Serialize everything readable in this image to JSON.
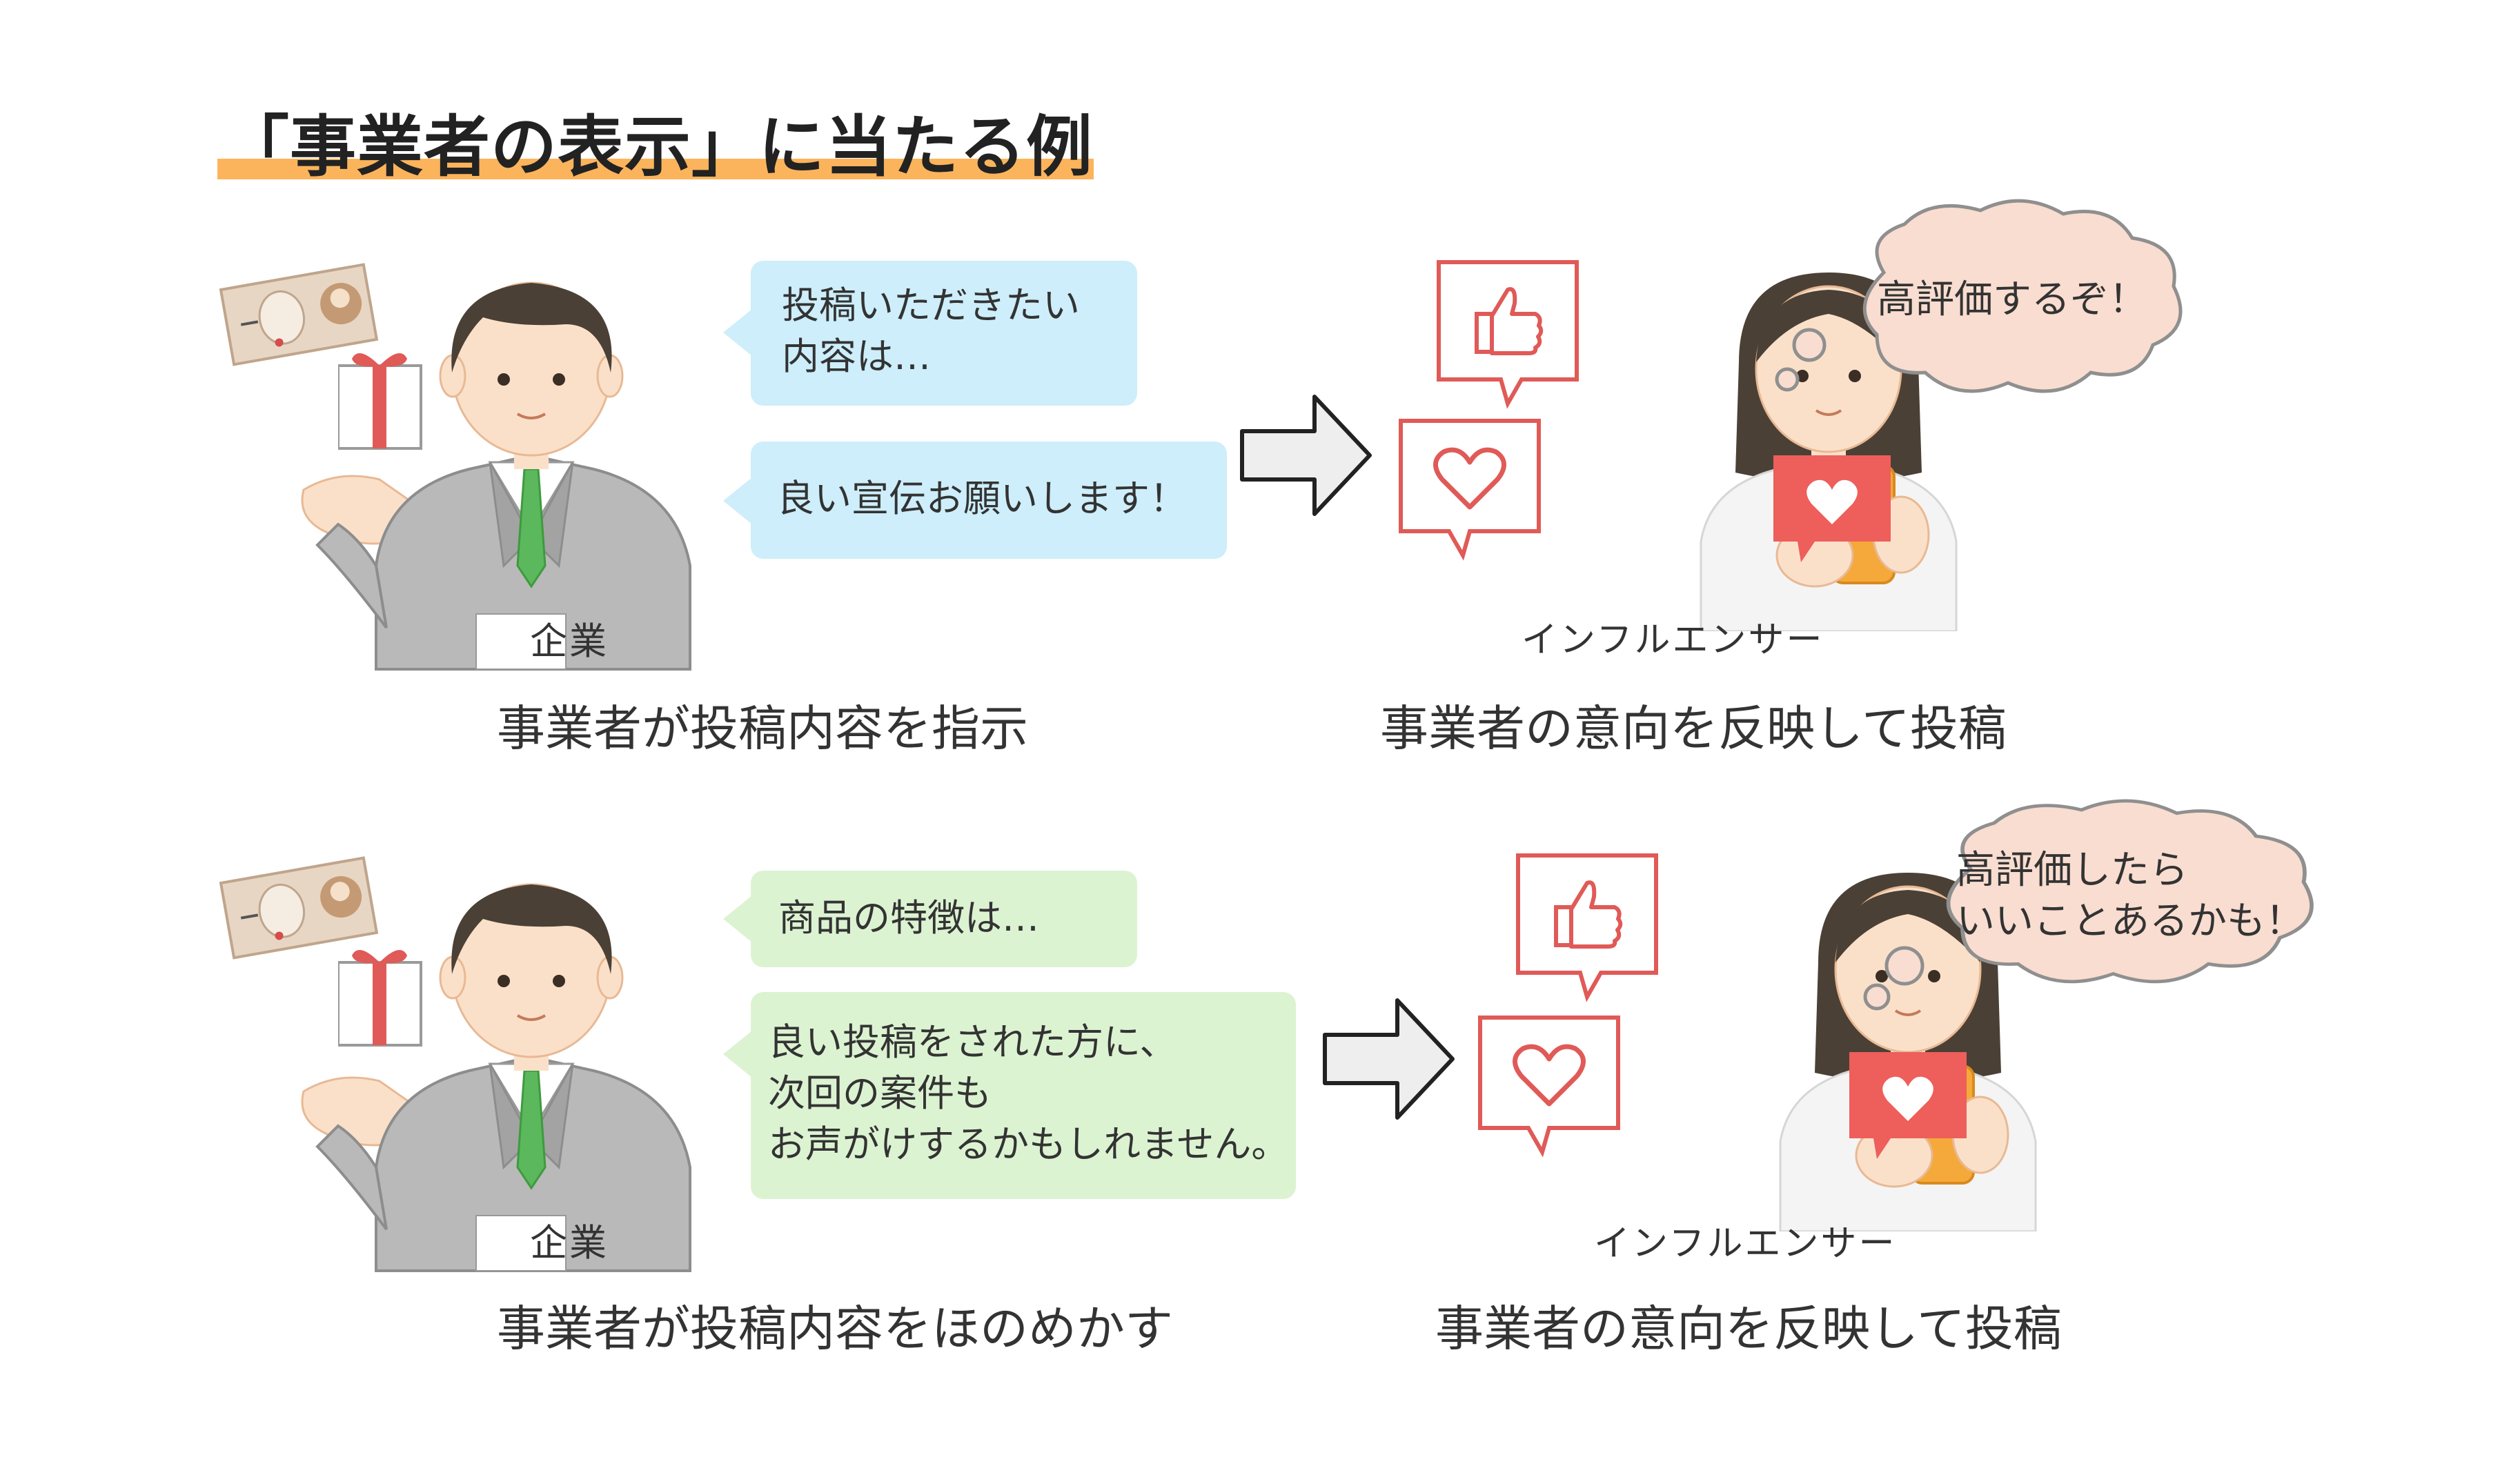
{
  "title": "「事業者の表示」に当たる例",
  "colors": {
    "title_underline": "#fbb45c",
    "bubble_blue": "#cdeefa",
    "bubble_green": "#dcf3d2",
    "suit": "#b7b7b7",
    "tie": "#5cb85c",
    "like_red": "#e05a57",
    "phone": "#f5a93a",
    "thought": "#f8ddd0"
  },
  "example1": {
    "company_label": "企業",
    "speech": [
      "投稿いただきたい\n内容は…",
      "良い宣伝お願いします！"
    ],
    "left_caption": "事業者が投稿内容を指示",
    "influencer_label": "インフルエンサー",
    "thought": "高評価するぞ！",
    "right_caption": "事業者の意向を反映して投稿"
  },
  "example2": {
    "company_label": "企業",
    "speech": [
      "商品の特徴は…",
      "良い投稿をされた方に、\n次回の案件も\nお声がけするかもしれません。"
    ],
    "left_caption": "事業者が投稿内容をほのめかす",
    "influencer_label": "インフルエンサー",
    "thought": "高評価したら\nいいことあるかも！",
    "right_caption": "事業者の意向を反映して投稿"
  },
  "icons": [
    "banknote-icon",
    "gift-icon",
    "thumbs-up-icon",
    "heart-icon",
    "arrow-right-icon",
    "smartphone-icon"
  ]
}
